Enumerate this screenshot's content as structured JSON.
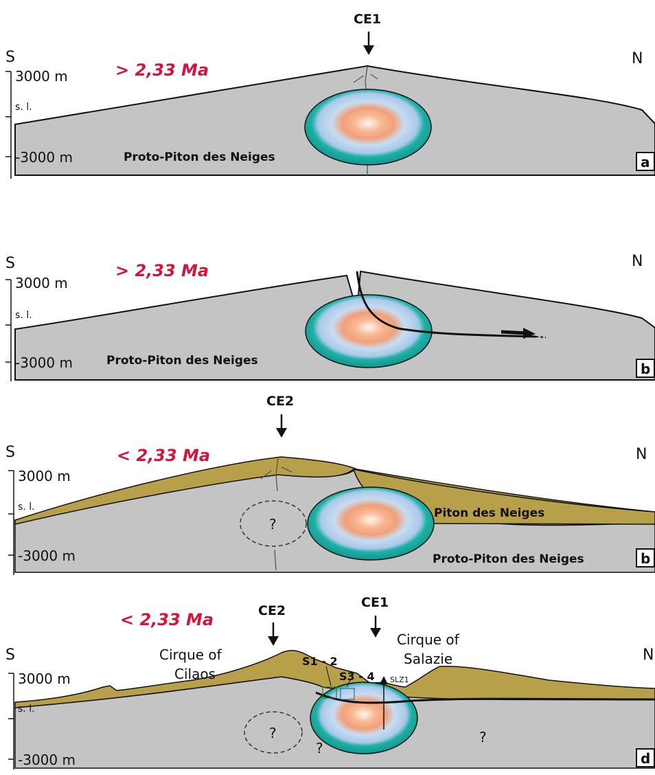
{
  "panels": [
    {
      "id": "a",
      "south": "S",
      "north": "N",
      "age": "> 2,33 Ma",
      "elev_top": "3000 m",
      "sea_level": "s. l.",
      "elev_bottom": "-3000 m",
      "unit_label": "Proto-Piton des Neiges",
      "vent_label": "CE1",
      "panel_letter": "a"
    },
    {
      "id": "b1",
      "south": "S",
      "north": "N",
      "age": "> 2,33 Ma",
      "elev_top": "3000 m",
      "sea_level": "s. l.",
      "elev_bottom": "-3000 m",
      "unit_label": "Proto-Piton des Neiges",
      "panel_letter": "b"
    },
    {
      "id": "b2",
      "south": "S",
      "north": "N",
      "age": "< 2,33 Ma",
      "elev_top": "3000 m",
      "sea_level": "s. l.",
      "elev_bottom": "-3000 m",
      "vent_label": "CE2",
      "upper_unit": "Piton des Neiges",
      "lower_unit": "Proto-Piton des Neiges",
      "question": "?",
      "panel_letter": "b"
    },
    {
      "id": "d",
      "south": "S",
      "north": "N",
      "age": "< 2,33 Ma",
      "elev_top": "3000 m",
      "sea_level": "s. l.",
      "elev_bottom": "-3000 m",
      "vent_label_1": "CE2",
      "vent_label_2": "CE1",
      "cirque_cilaos_1": "Cirque of",
      "cirque_cilaos_2": "Cilaos",
      "cirque_salazie_1": "Cirque of",
      "cirque_salazie_2": "Salazie",
      "sample_1": "S1 - 2",
      "sample_2": "S3 - 4",
      "borehole": "SLZ1",
      "question": "?",
      "panel_letter": "d"
    }
  ],
  "colors": {
    "age_red": "#d4143a",
    "ground_grey": "#c4c4c4",
    "piton_ochre": "#b8a04a",
    "chamber_outer": "#1aa6a0",
    "chamber_mid": "#b9d5ee",
    "chamber_core": "#f5a276"
  }
}
